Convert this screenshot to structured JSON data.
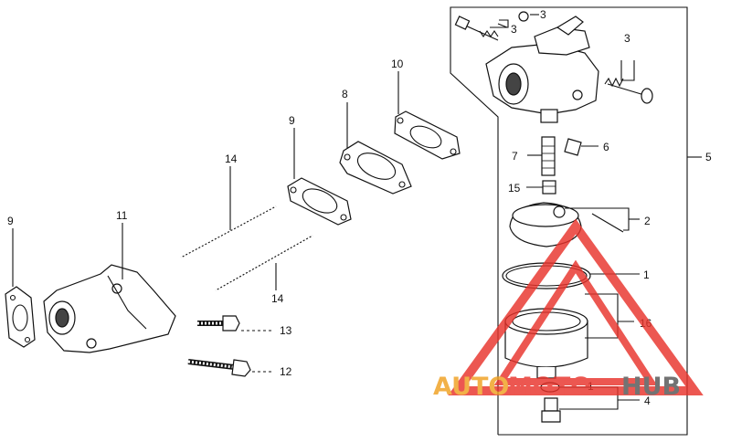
{
  "diagram": {
    "callouts": [
      {
        "id": "c3a",
        "text": "3"
      },
      {
        "id": "c3b",
        "text": "3"
      },
      {
        "id": "c3c",
        "text": "3"
      },
      {
        "id": "c5",
        "text": "5"
      },
      {
        "id": "c6",
        "text": "6"
      },
      {
        "id": "c7",
        "text": "7"
      },
      {
        "id": "c15",
        "text": "15"
      },
      {
        "id": "c2",
        "text": "2"
      },
      {
        "id": "c1a",
        "text": "1"
      },
      {
        "id": "c16",
        "text": "16"
      },
      {
        "id": "c1b",
        "text": "1"
      },
      {
        "id": "c4",
        "text": "4"
      },
      {
        "id": "c10",
        "text": "10"
      },
      {
        "id": "c8",
        "text": "8"
      },
      {
        "id": "c9a",
        "text": "9"
      },
      {
        "id": "c14a",
        "text": "14"
      },
      {
        "id": "c14b",
        "text": "14"
      },
      {
        "id": "c11",
        "text": "11"
      },
      {
        "id": "c9b",
        "text": "9"
      },
      {
        "id": "c13",
        "text": "13"
      },
      {
        "id": "c12",
        "text": "12"
      }
    ]
  },
  "watermark": {
    "text_left": "AUTO",
    "text_mid": "MOTO",
    "text_right": "HUB",
    "color_primary": "#e8332b",
    "color_secondary": "#f0a020",
    "color_dark": "#555555"
  }
}
